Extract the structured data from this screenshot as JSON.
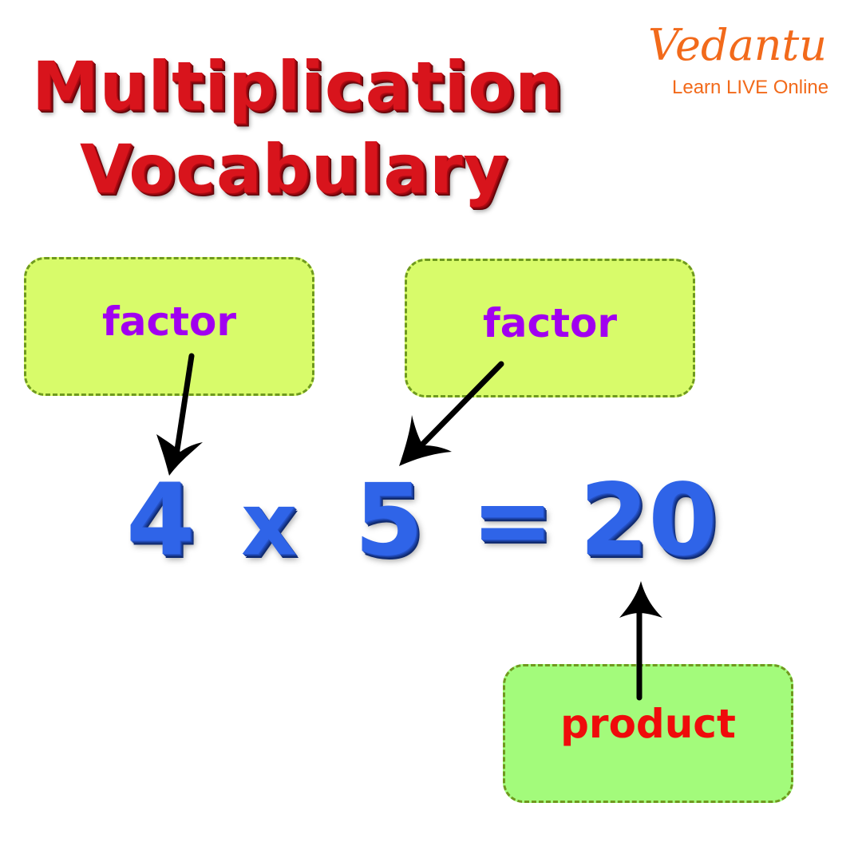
{
  "title": {
    "line1": "Multiplication",
    "line2": "Vocabulary"
  },
  "brand": {
    "name": "Vedantu",
    "tagline": "Learn LIVE Online"
  },
  "labels": {
    "factor_left": "factor",
    "factor_right": "factor",
    "product": "product"
  },
  "equation": {
    "factor_a": "4",
    "operator": "x",
    "factor_b": "5",
    "equals": "=",
    "result": "20"
  },
  "colors": {
    "title": "#d8141c",
    "brand": "#f26a1b",
    "factor_box": "#d8fb6a",
    "product_box": "#a3fb7b",
    "box_border": "#6f9a1e",
    "factor_text": "#a100f0",
    "product_text": "#ef0b0b",
    "equation": "#2f64e8",
    "arrow": "#000000"
  }
}
